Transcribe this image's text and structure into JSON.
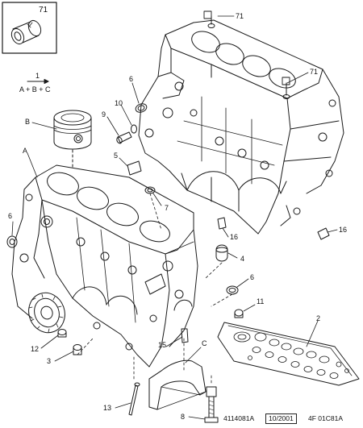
{
  "inset_box": {
    "label": "71"
  },
  "legend": {
    "top": "1",
    "bottom": "A + B + C"
  },
  "callouts": {
    "c71_top": "71",
    "c71_mid": "71",
    "c6_top": "6",
    "c10": "10",
    "c9": "9",
    "c5": "5",
    "cB": "B",
    "cA": "A",
    "c7": "7",
    "c6_left": "6",
    "c16_a": "16",
    "c16_b": "16",
    "c4": "4",
    "c6_right": "6",
    "c11": "11",
    "c2": "2",
    "cC": "C",
    "c15": "15",
    "c12": "12",
    "c3": "3",
    "c13": "13",
    "c8": "8"
  },
  "footer": {
    "ref": "4114081A",
    "date": "10/2001",
    "code": "4F 01C81A"
  }
}
